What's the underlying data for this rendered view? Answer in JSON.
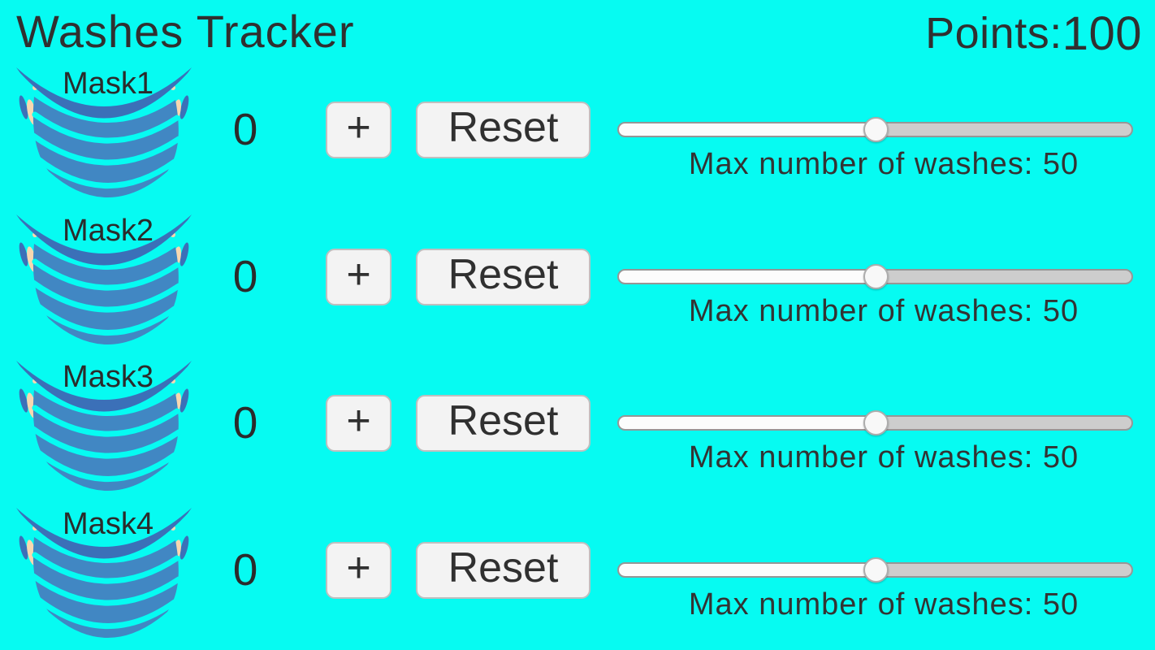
{
  "app": {
    "title": "Washes Tracker",
    "points_label": "Points:",
    "points_value": "100"
  },
  "colors": {
    "background": "#06FBF2",
    "text": "#303030",
    "mask_body": "#4187C3",
    "mask_band": "#3B70B8",
    "mask_ear": "#F7D8B0",
    "button_bg": "#F3F3F3",
    "button_border": "#BFBFBF",
    "track_filled": "#FCFCFC",
    "track_empty": "#CDCDCD",
    "track_border": "#969696",
    "thumb_fill": "#F8F8F8",
    "thumb_border": "#ADADAD"
  },
  "masks": [
    {
      "label": "Mask1",
      "count": "0",
      "plus_label": "+",
      "reset_label": "Reset",
      "slider_percent": 50,
      "caption": "Max number of washes: 50"
    },
    {
      "label": "Mask2",
      "count": "0",
      "plus_label": "+",
      "reset_label": "Reset",
      "slider_percent": 50,
      "caption": "Max number of washes: 50"
    },
    {
      "label": "Mask3",
      "count": "0",
      "plus_label": "+",
      "reset_label": "Reset",
      "slider_percent": 50,
      "caption": "Max number of washes: 50"
    },
    {
      "label": "Mask4",
      "count": "0",
      "plus_label": "+",
      "reset_label": "Reset",
      "slider_percent": 50,
      "caption": "Max number of washes: 50"
    }
  ],
  "layout": {
    "row_tops": [
      75,
      256,
      436,
      617
    ]
  }
}
